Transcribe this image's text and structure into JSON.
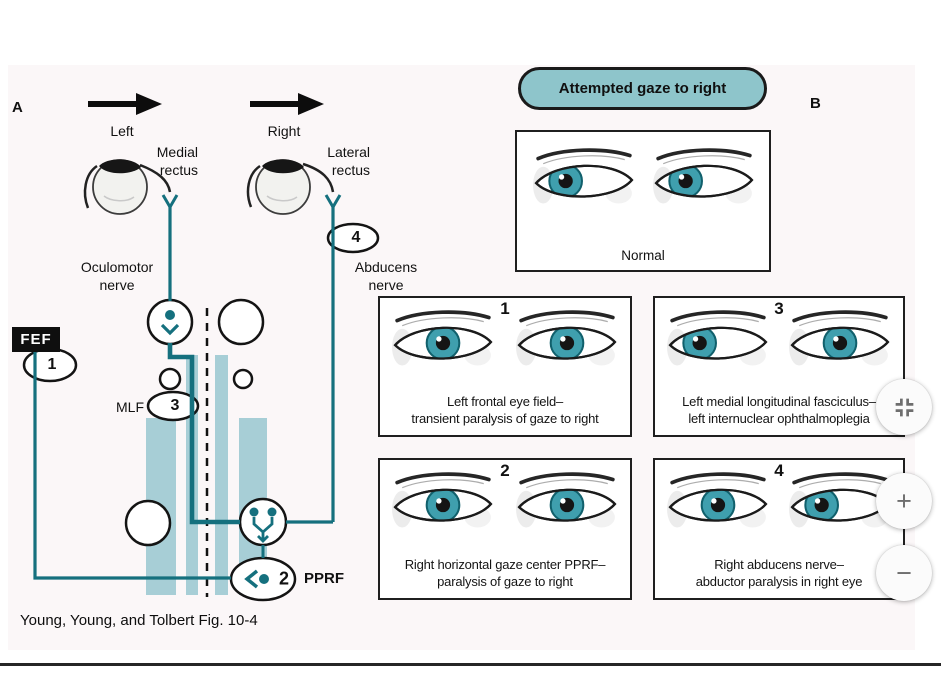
{
  "caption": "Young, Young, and Tolbert Fig. 10-4",
  "controls": {
    "fit_icon": "fit-to-screen",
    "zoom_in_glyph": "+",
    "zoom_out_glyph": "−"
  },
  "colors": {
    "banner_fill": "#8ec5cb",
    "bar_fill": "#a7ced6",
    "teal_line": "#15707e",
    "iris": "#3f9fae"
  },
  "panel_a": {
    "label": "A",
    "gaze_left_label": "Left",
    "gaze_right_label": "Right",
    "medial_rectus": "Medial rectus",
    "lateral_rectus": "Lateral rectus",
    "oculomotor_nerve": "Oculomotor nerve",
    "abducens_nerve": "Abducens nerve",
    "fef": "FEF",
    "mlf": "MLF",
    "pprf": "PPRF",
    "marker_1": "1",
    "marker_2": "2",
    "marker_3": "3",
    "marker_4": "4"
  },
  "panel_b": {
    "label": "B",
    "banner": "Attempted gaze to right",
    "normal_label": "Normal",
    "conditions": [
      {
        "number": "1",
        "line1": "Left frontal eye field–",
        "line2": "transient paralysis of gaze to right"
      },
      {
        "number": "2",
        "line1": "Right horizontal gaze center PPRF–",
        "line2": "paralysis of gaze to right"
      },
      {
        "number": "3",
        "line1": "Left medial longitudinal fasciculus–",
        "line2": "left internuclear ophthalmoplegia"
      },
      {
        "number": "4",
        "line1": "Right abducens nerve–",
        "line2": "abductor paralysis in right eye"
      }
    ]
  }
}
